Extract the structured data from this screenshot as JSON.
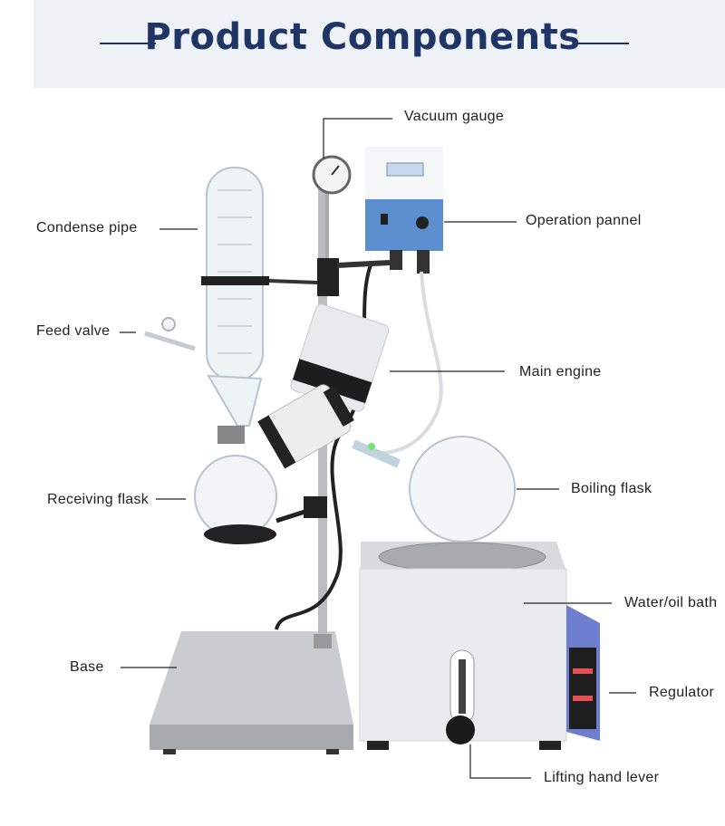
{
  "title": "Product Components",
  "labels": {
    "vacuum_gauge": "Vacuum gauge",
    "condense_pipe": "Condense pipe",
    "operation_pannel": "Operation pannel",
    "feed_valve": "Feed valve",
    "main_engine": "Main engine",
    "receiving_flask": "Receiving flask",
    "boiling_flask": "Boiling flask",
    "water_oil_bath": "Water/oil bath",
    "base": "Base",
    "regulator": "Regulator",
    "lifting_hand_lever": "Lifting hand lever"
  },
  "colors": {
    "title": "#1f3566",
    "banner": "#eef1f6",
    "panel_blue": "#5b8fd0",
    "regulator_blue": "#6f7fd0",
    "metal": "#c9ccd0"
  }
}
